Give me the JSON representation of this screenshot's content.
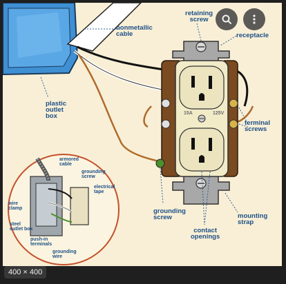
{
  "viewer": {
    "size_badge": "400 × 400"
  },
  "diagram": {
    "labels": {
      "nonmetallic_cable": "nonmetallic\ncable",
      "retaining_screw": "retaining\nscrew",
      "receptacle": "receptacle",
      "plastic_outlet_box": "plastic\noutlet\nbox",
      "terminal_screws": "terminal\nscrews",
      "grounding_screw": "grounding\nscrew",
      "mounting_strap": "mounting\nstrap",
      "contact_openings": "contact\nopenings",
      "rating_left": "15A",
      "rating_right": "125V"
    },
    "inset_labels": {
      "armored_cable": "armored\ncable",
      "grounding_screw": "grounding\nscrew",
      "electrical_tape": "electrical\ntape",
      "wire_clamp": "wire\nclamp",
      "steel_outlet_box": "steel\noutlet box",
      "push_in_terminals": "push-in\nterminals",
      "grounding_wire": "grounding\nwire"
    }
  },
  "icons": {
    "search": "search-icon",
    "more": "more-vert-icon"
  }
}
